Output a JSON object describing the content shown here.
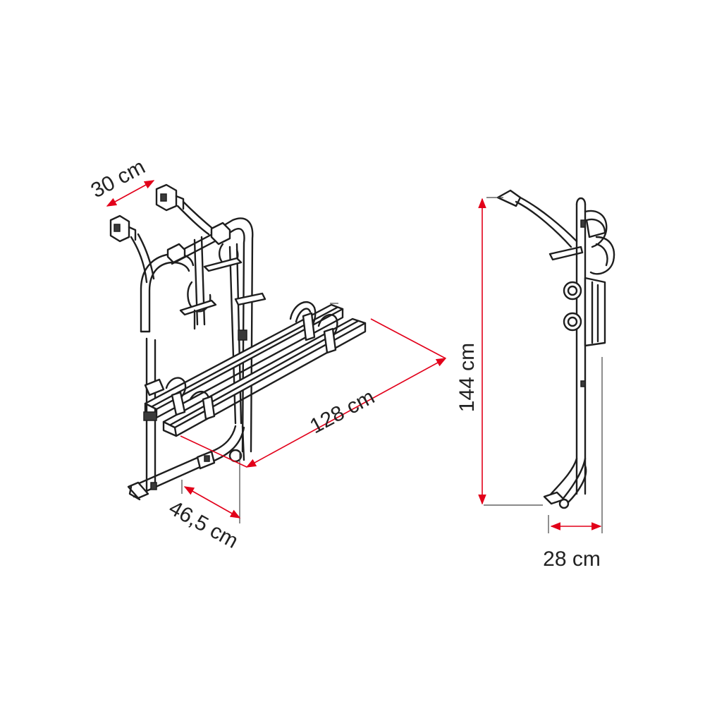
{
  "colors": {
    "dimension_line": "#e2001a",
    "outline": "#1e1e1e",
    "background": "#ffffff"
  },
  "dimensions": {
    "top_width": "30 cm",
    "rail_length": "128 cm",
    "depth": "46,5 cm",
    "height": "144 cm",
    "side_depth": "28 cm"
  }
}
